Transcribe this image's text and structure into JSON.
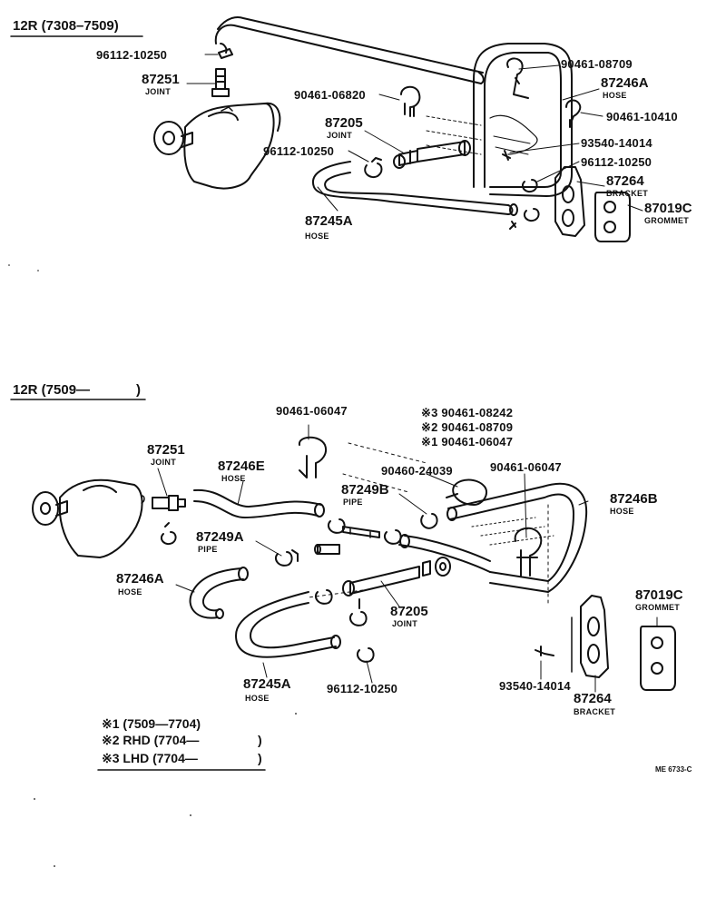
{
  "section_top": {
    "title": "12R (7308–7509)",
    "labels": {
      "p96112_a": "96112-10250",
      "p87251": "87251",
      "joint_a": "JOINT",
      "p90461_06820": "90461-06820",
      "p87205": "87205",
      "joint_b": "JOINT",
      "p96112_b": "96112-10250",
      "p87245A": "87245A",
      "hose_a": "HOSE",
      "p90461_08709": "90461-08709",
      "p87246A": "87246A",
      "hose_b": "HOSE",
      "p90461_10410": "90461-10410",
      "p93540_14014": "93540-14014",
      "p96112_c": "96112-10250",
      "p87264": "87264",
      "bracket": "BRACKET",
      "p87019C": "87019C",
      "grommet": "GROMMET"
    }
  },
  "section_bottom": {
    "title": "12R (7509—",
    "title_close": ")",
    "labels": {
      "p90461_06047_a": "90461-06047",
      "star3": "※3 90461-08242",
      "star2": "※2 90461-08709",
      "star1": "※1 90461-06047",
      "p87251": "87251",
      "joint_a": "JOINT",
      "p87246E": "87246E",
      "hose_e": "HOSE",
      "p90460_24039": "90460-24039",
      "p90461_06047_b": "90461-06047",
      "p87249B": "87249B",
      "pipe_b": "PIPE",
      "p87246B": "87246B",
      "hose_bb": "HOSE",
      "p87249A": "87249A",
      "pipe_a": "PIPE",
      "p87246A": "87246A",
      "hose_a": "HOSE",
      "p87205": "87205",
      "joint_b": "JOINT",
      "p87019C": "87019C",
      "grommet": "GROMMET",
      "p87245A": "87245A",
      "hose_c": "HOSE",
      "p96112_10250": "96112-10250",
      "p93540_14014": "93540-14014",
      "p87264": "87264",
      "bracket": "BRACKET"
    }
  },
  "notes": {
    "n1": "※1 (7509—7704)",
    "n2": "※2 RHD (7704—",
    "n2_close": ")",
    "n3": "※3 LHD (7704—",
    "n3_close": ")"
  },
  "code": "ME 6733-C"
}
